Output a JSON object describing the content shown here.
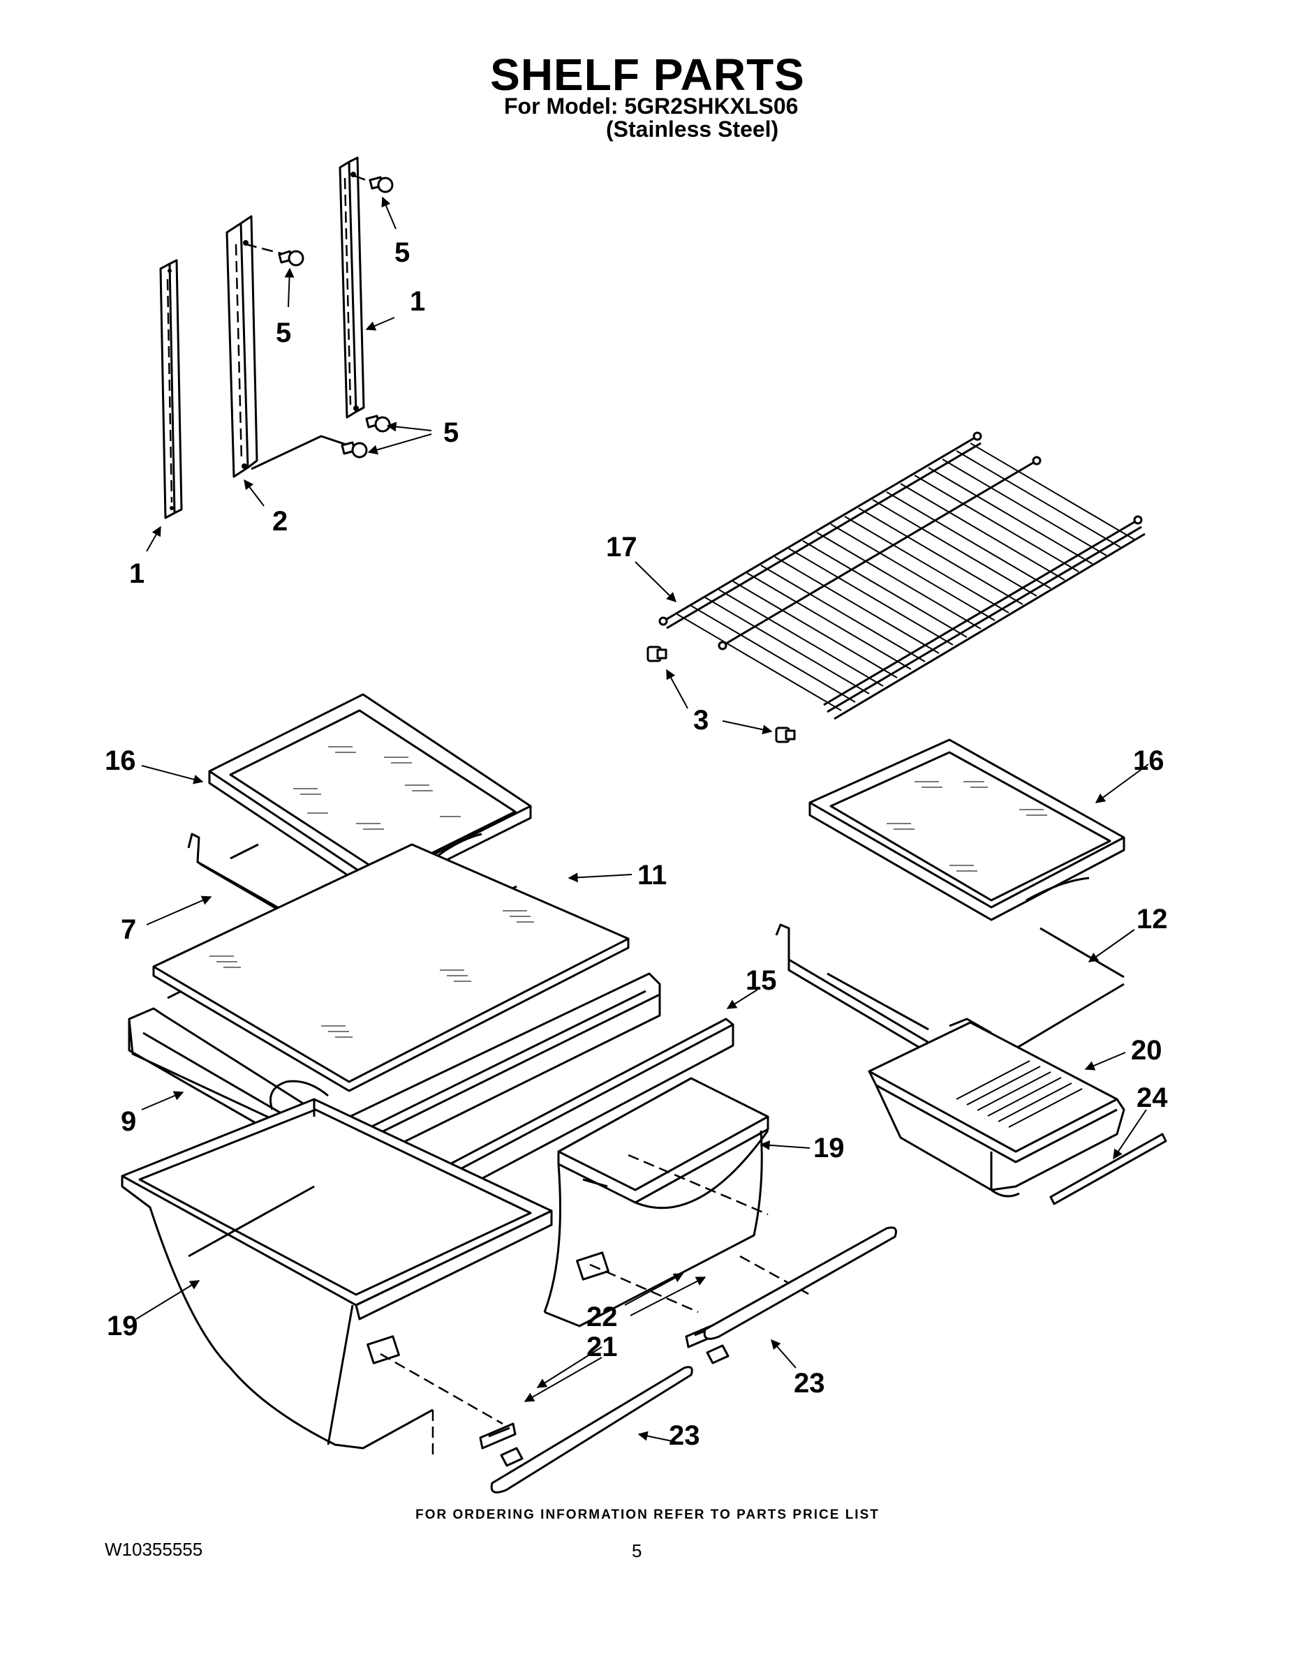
{
  "header": {
    "title": "SHELF PARTS",
    "model_line": "For Model: 5GR2SHKXLS06",
    "finish_line": "(Stainless Steel)"
  },
  "callouts": [
    "5",
    "5",
    "1",
    "5",
    "2",
    "1",
    "17",
    "3",
    "16",
    "11",
    "7",
    "16",
    "12",
    "15",
    "20",
    "9",
    "24",
    "19",
    "19",
    "22",
    "21",
    "23",
    "23"
  ],
  "footer": {
    "note": "FOR ORDERING INFORMATION REFER TO PARTS PRICE LIST",
    "doc_number": "W10355555",
    "page_number": "5"
  }
}
